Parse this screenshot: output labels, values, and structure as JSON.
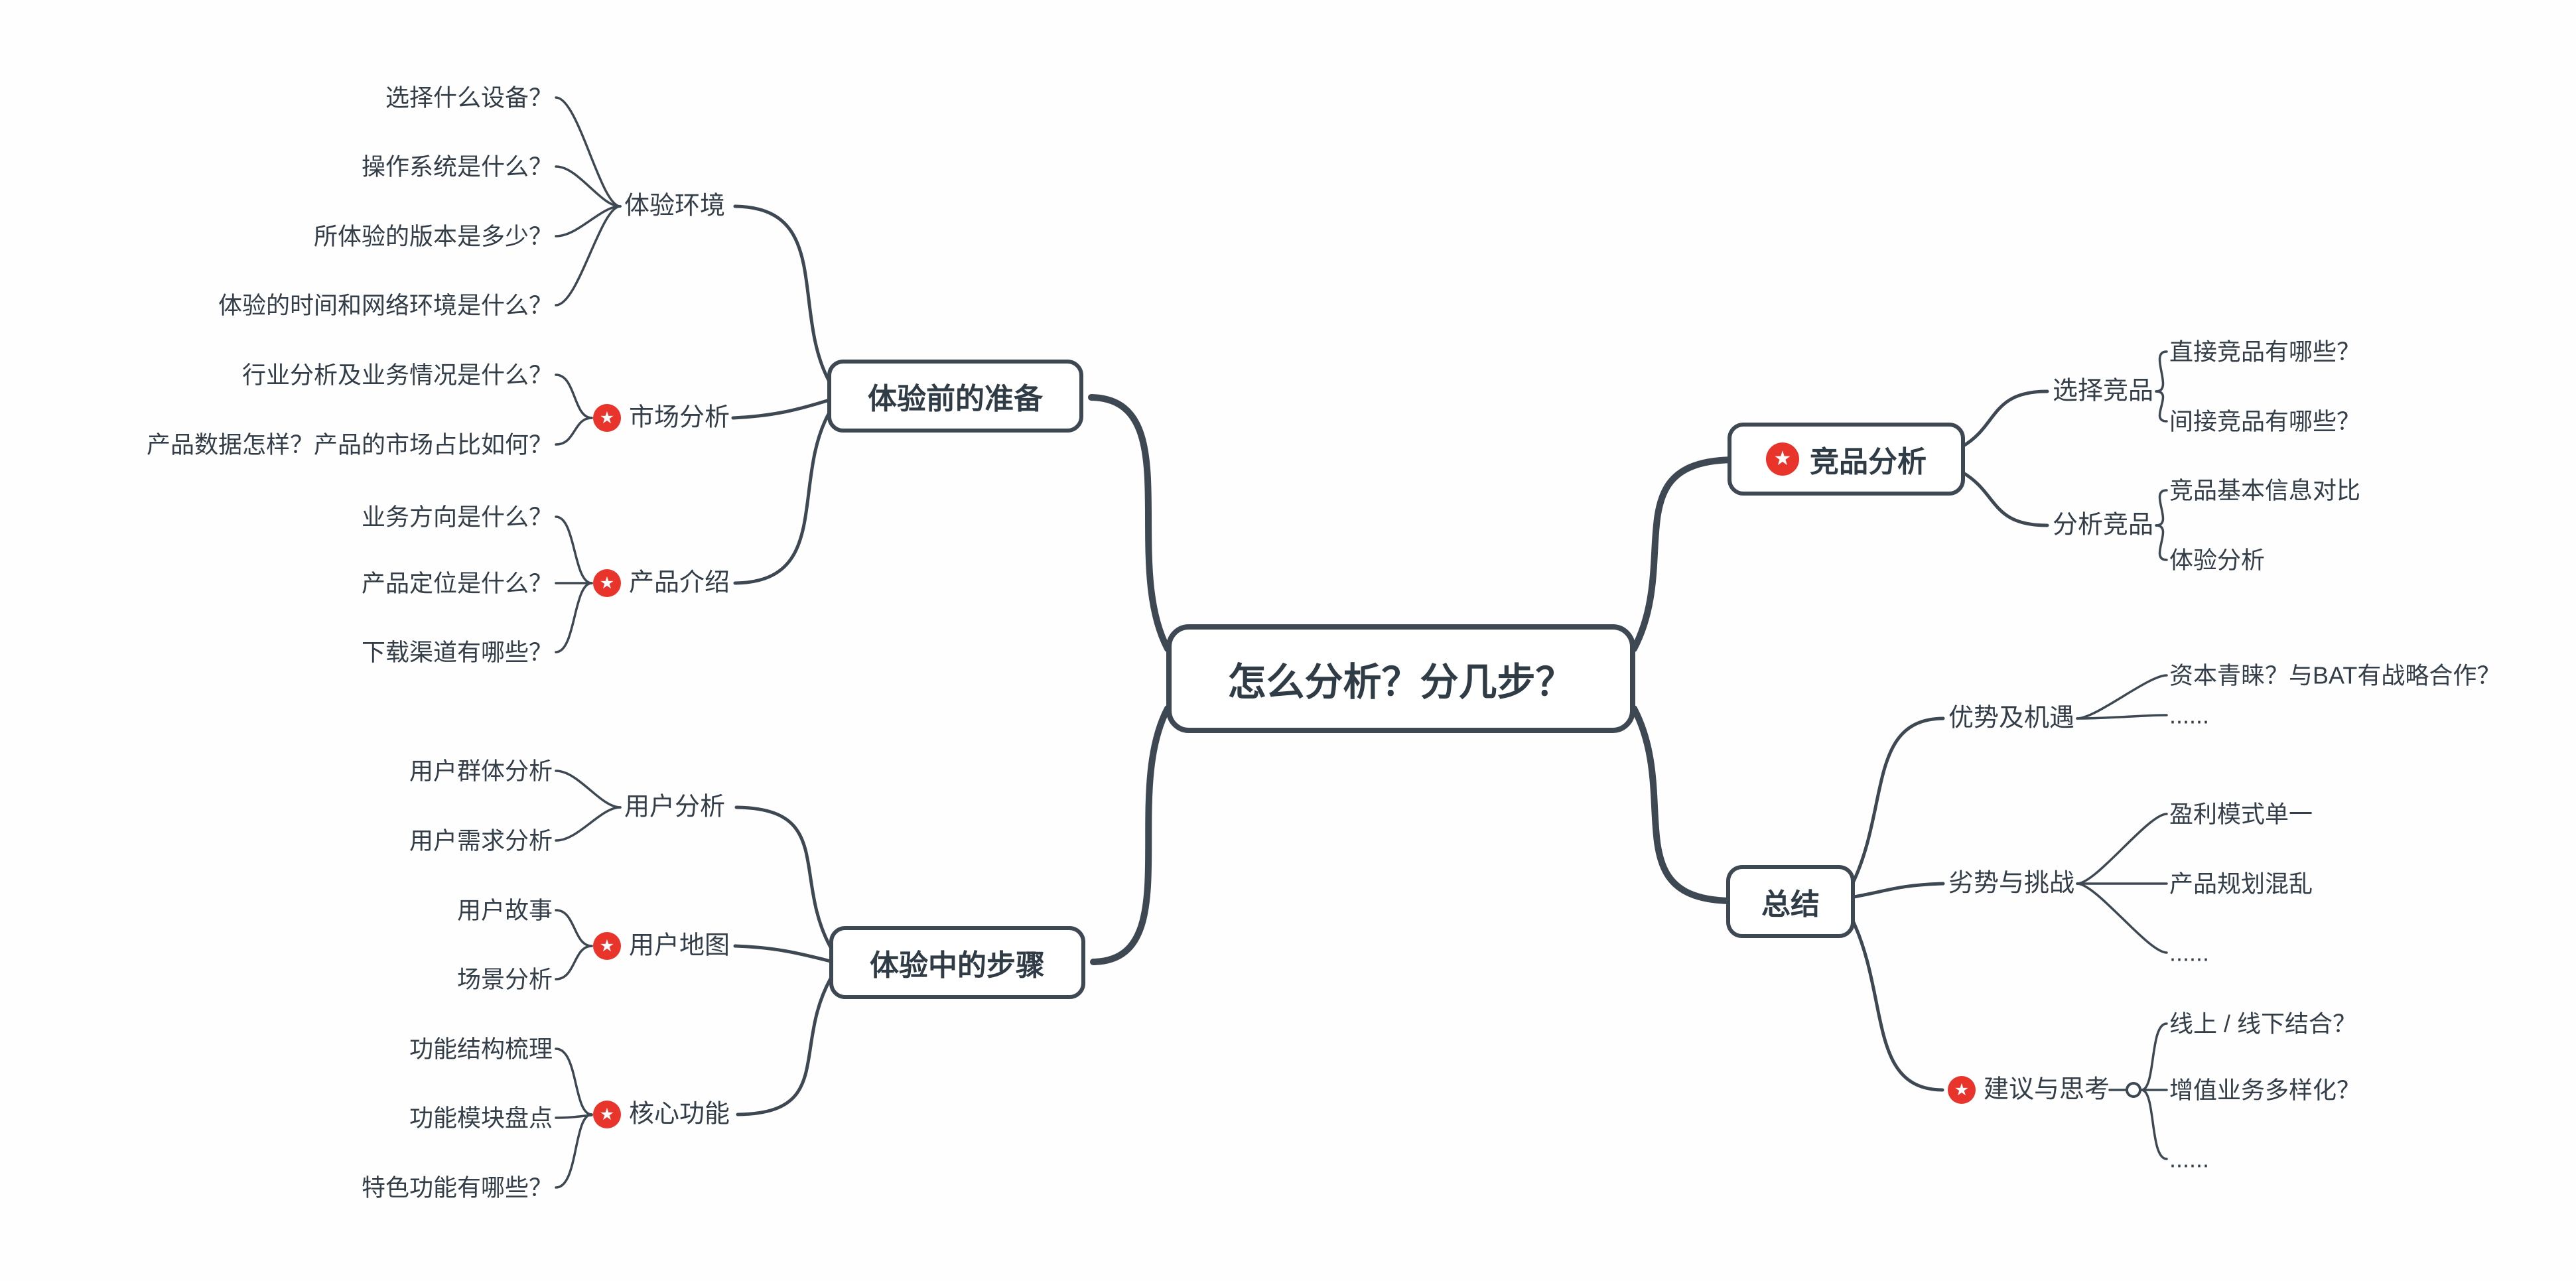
{
  "root": {
    "label": "怎么分析？分几步？"
  },
  "left_top": {
    "node": "体验前的准备",
    "groups": [
      {
        "label": "体验环境",
        "star": false,
        "items": [
          "选择什么设备？",
          "操作系统是什么？",
          "所体验的版本是多少？",
          "体验的时间和网络环境是什么？"
        ]
      },
      {
        "label": "市场分析",
        "star": true,
        "items": [
          "行业分析及业务情况是什么？",
          "产品数据怎样？产品的市场占比如何？"
        ]
      },
      {
        "label": "产品介绍",
        "star": true,
        "items": [
          "业务方向是什么？",
          "产品定位是什么？",
          "下载渠道有哪些？"
        ]
      }
    ]
  },
  "left_bottom": {
    "node": "体验中的步骤",
    "groups": [
      {
        "label": "用户分析",
        "star": false,
        "items": [
          "用户群体分析",
          "用户需求分析"
        ]
      },
      {
        "label": "用户地图",
        "star": true,
        "items": [
          "用户故事",
          "场景分析"
        ]
      },
      {
        "label": "核心功能",
        "star": true,
        "items": [
          "功能结构梳理",
          "功能模块盘点",
          "特色功能有哪些？"
        ]
      }
    ]
  },
  "right_top": {
    "node": "竞品分析",
    "star": true,
    "groups": [
      {
        "label": "选择竞品",
        "star": false,
        "items": [
          "直接竞品有哪些？",
          "间接竞品有哪些？"
        ]
      },
      {
        "label": "分析竞品",
        "star": false,
        "items": [
          "竞品基本信息对比",
          "体验分析"
        ]
      }
    ]
  },
  "right_bottom": {
    "node": "总结",
    "groups": [
      {
        "label": "优势及机遇",
        "star": false,
        "items": [
          "资本青睐？与BAT有战略合作？",
          "......"
        ]
      },
      {
        "label": "劣势与挑战",
        "star": false,
        "items": [
          "盈利模式单一",
          "产品规划混乱",
          "......"
        ]
      },
      {
        "label": "建议与思考",
        "star": true,
        "items": [
          "线上 / 线下结合？",
          "增值业务多样化？",
          "......"
        ]
      }
    ]
  },
  "icons": {
    "star": "★"
  },
  "colors": {
    "line": "#3d4852",
    "node_border": "#3d4852",
    "text": "#333e48",
    "star_background": "#e8342b",
    "background": "#fefefe"
  }
}
